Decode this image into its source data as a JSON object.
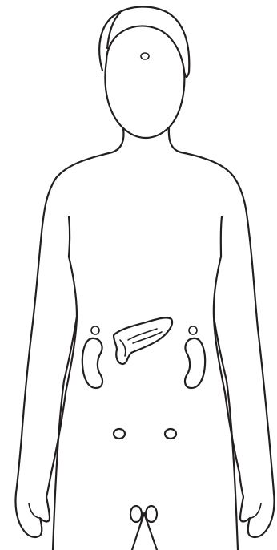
{
  "figure": {
    "line_color": "#231f20",
    "background": "#ffffff",
    "parts": [
      {
        "name": "head-outline"
      },
      {
        "name": "hair-outline"
      },
      {
        "name": "pituitary-gland"
      },
      {
        "name": "neck"
      },
      {
        "name": "torso-outline"
      },
      {
        "name": "arm-outlines"
      },
      {
        "name": "hand-outlines"
      },
      {
        "name": "left-adrenal-gland"
      },
      {
        "name": "right-adrenal-gland"
      },
      {
        "name": "left-kidney"
      },
      {
        "name": "right-kidney"
      },
      {
        "name": "pancreas"
      },
      {
        "name": "left-ovary"
      },
      {
        "name": "right-ovary"
      },
      {
        "name": "testes"
      },
      {
        "name": "legs-outline"
      }
    ]
  }
}
